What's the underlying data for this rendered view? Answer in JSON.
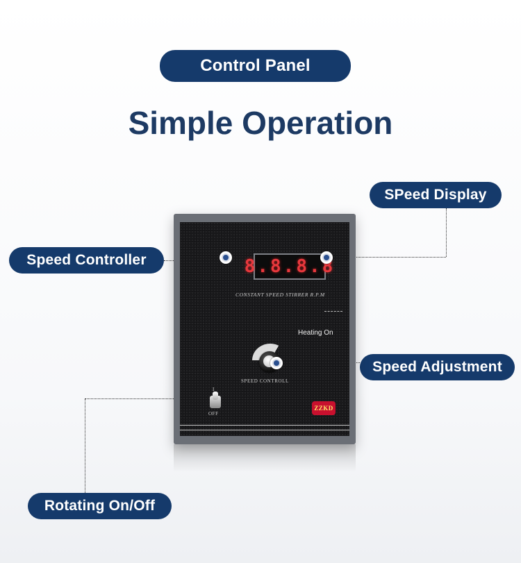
{
  "header_tag": "Control Panel",
  "headline": "Simple Operation",
  "callouts": {
    "speed_display": "SPeed Display",
    "speed_controller": "Speed Controller",
    "speed_adjustment": "Speed Adjustment",
    "rotating": "Rotating On/Off"
  },
  "device": {
    "display_value": "8.8.8.8",
    "rpm_label": "CONSTANT SPEED STIRRER R.P.M",
    "heating_label": "Heating On",
    "speed_control_label": "SPEED CONTROLL",
    "switch_on_mark": "I",
    "switch_off_label": "OFF",
    "brand": "ZZKD"
  },
  "colors": {
    "pill_navy": "#153a6b",
    "headline": "#1d3a63",
    "display_red": "#e8383d",
    "brand_red": "#c8102e"
  }
}
